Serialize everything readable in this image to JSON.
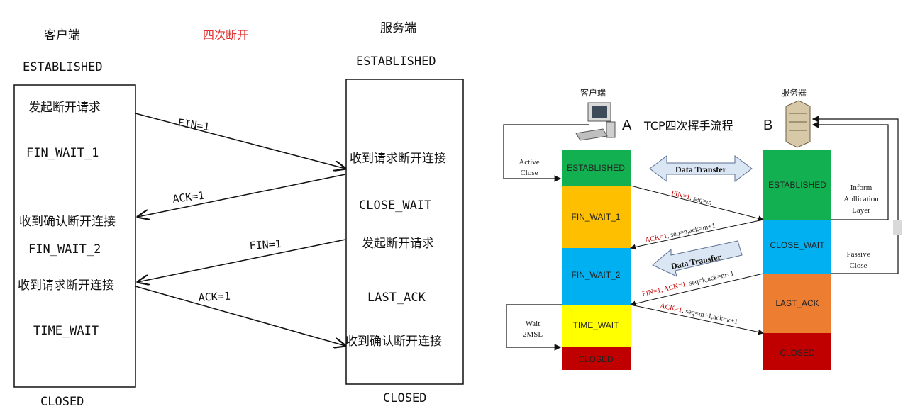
{
  "left": {
    "client_title": "客户端",
    "heading": "四次断开",
    "server_title": "服务端",
    "client_top_state": "ESTABLISHED",
    "server_top_state": "ESTABLISHED",
    "client_steps": [
      "发起断开请求",
      "FIN_WAIT_1",
      "收到确认断开连接",
      "FIN_WAIT_2",
      "收到请求断开连接",
      "TIME_WAIT"
    ],
    "server_steps": [
      "收到请求断开连接",
      "CLOSE_WAIT",
      "发起断开请求",
      "LAST_ACK",
      "收到确认断开连接"
    ],
    "messages": [
      "FIN=1",
      "ACK=1",
      "FIN=1",
      "ACK=1"
    ],
    "client_bottom_state": "CLOSED",
    "server_bottom_state": "CLOSED"
  },
  "right": {
    "client_label": "客户端",
    "server_label": "服务器",
    "label_a": "A",
    "label_b": "B",
    "title": "TCP四次挥手流程",
    "active_close": [
      "Active",
      "Close"
    ],
    "inform": [
      "Inform",
      "Apllication",
      "Layer"
    ],
    "passive_close": [
      "Passive",
      "Close"
    ],
    "wait": [
      "Wait",
      "2MSL"
    ],
    "data_transfer_1": "Data Transfer",
    "data_transfer_2": "Data Transfer",
    "client_states": [
      {
        "label": "ESTABLISHED",
        "color": "#12b050"
      },
      {
        "label": "FIN_WAIT_1",
        "color": "#fdbf00"
      },
      {
        "label": "FIN_WAIT_2",
        "color": "#00b0f0"
      },
      {
        "label": "TIME_WAIT",
        "color": "#ffff00"
      },
      {
        "label": "CLOSED",
        "color": "#c00000"
      }
    ],
    "server_states": [
      {
        "label": "ESTABLISHED",
        "color": "#12b050"
      },
      {
        "label": "CLOSE_WAIT",
        "color": "#00b0f0"
      },
      {
        "label": "LAST_ACK",
        "color": "#ed7d31"
      },
      {
        "label": "CLOSED",
        "color": "#c00000"
      }
    ],
    "messages": [
      {
        "red": "FIN=1",
        "rest": ", seq=m"
      },
      {
        "red": "ACK=1",
        "rest": ", seq=n,ack=m+1"
      },
      {
        "red": "FIN=1, ACK=1",
        "rest": ", seq=k,ack=m+1"
      },
      {
        "red": "ACK=1",
        "rest": ", seq=m+1,ack=k+1"
      }
    ]
  }
}
